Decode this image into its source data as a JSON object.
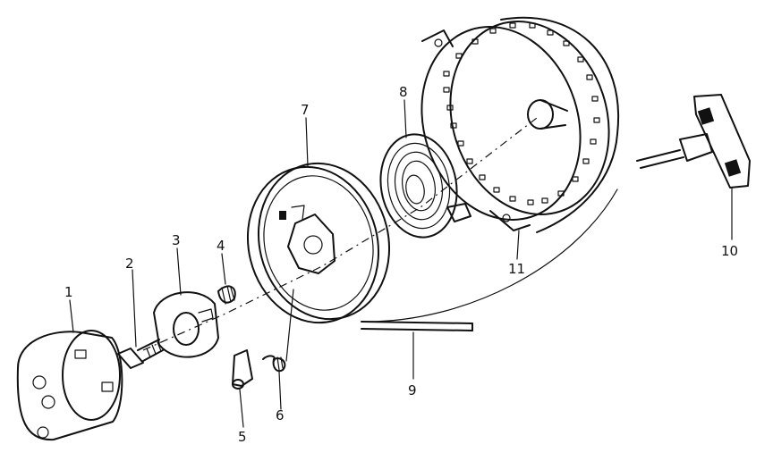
{
  "diagram": {
    "type": "exploded-parts-diagram",
    "callouts": [
      {
        "id": "1",
        "label": "1"
      },
      {
        "id": "2",
        "label": "2"
      },
      {
        "id": "3",
        "label": "3"
      },
      {
        "id": "4",
        "label": "4"
      },
      {
        "id": "5",
        "label": "5"
      },
      {
        "id": "6",
        "label": "6"
      },
      {
        "id": "7",
        "label": "7"
      },
      {
        "id": "8",
        "label": "8"
      },
      {
        "id": "9",
        "label": "9"
      },
      {
        "id": "10",
        "label": "10"
      },
      {
        "id": "11",
        "label": "11"
      }
    ]
  },
  "colors": {
    "ink": "#111111",
    "paper": "#ffffff"
  }
}
